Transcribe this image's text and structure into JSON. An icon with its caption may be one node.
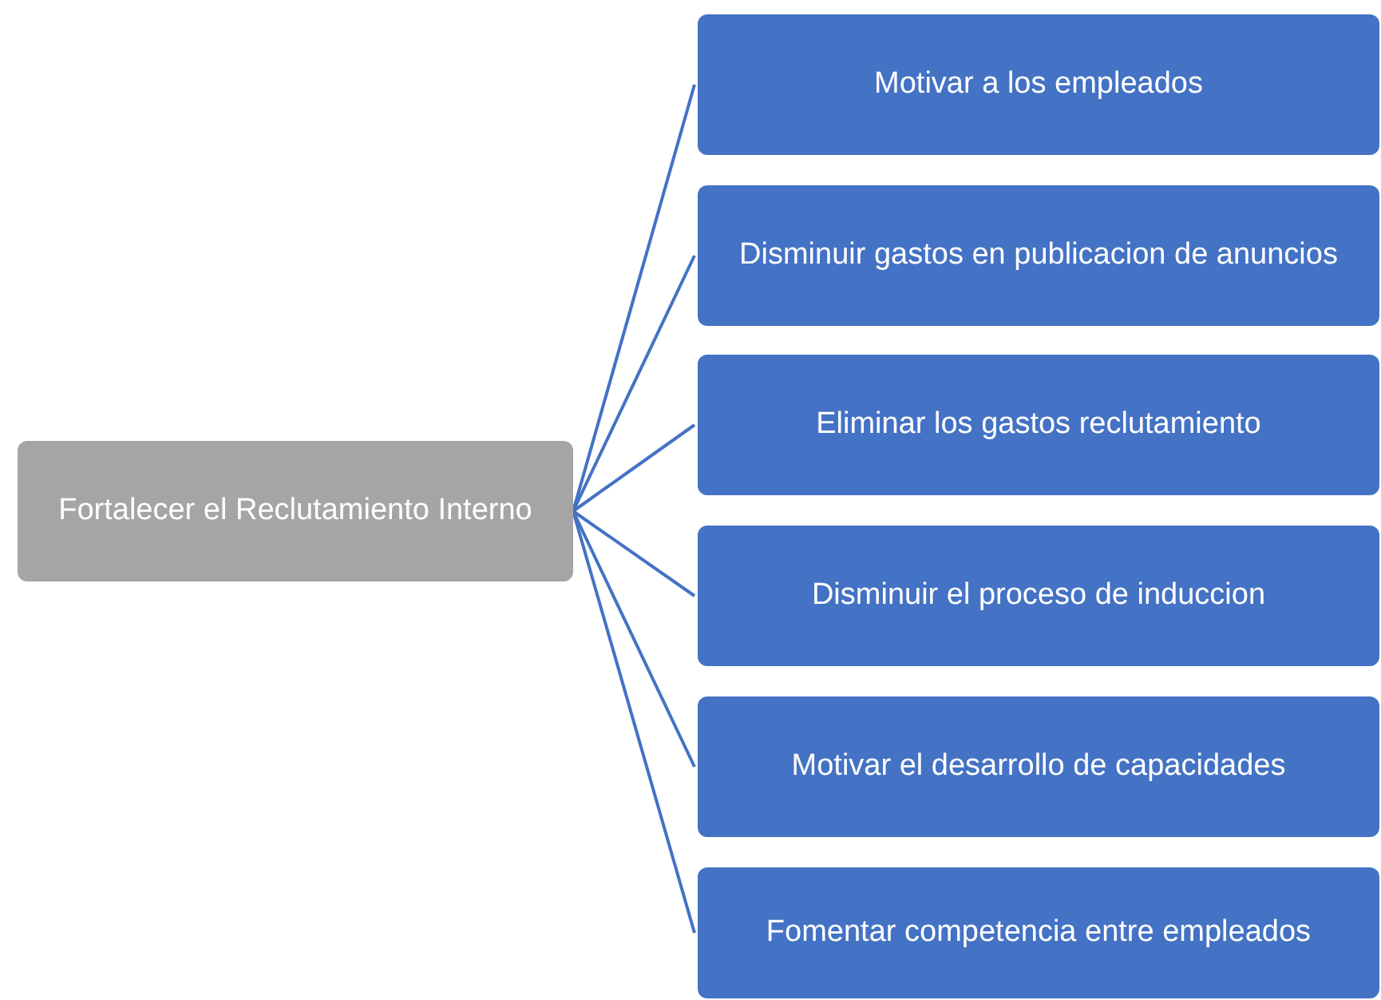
{
  "diagram": {
    "nodes": [
      {
        "text": [
          "Fortalecer el Reclutamiento Interno"
        ]
      },
      {
        "text": [
          "Motivar a los empleados"
        ]
      },
      {
        "text": [
          "Disminuir gastos en publicacion de anuncios"
        ]
      },
      {
        "text": [
          "Eliminar los gastos reclutamiento"
        ]
      },
      {
        "text": [
          "Disminuir el proceso de induccion"
        ]
      },
      {
        "text": [
          "Motivar el desarrollo de capacidades"
        ]
      },
      {
        "text": [
          "Fomentar competencia entre empleados"
        ]
      }
    ],
    "edges": [
      {
        "from": 0,
        "to": 1,
        "arrow": "none"
      },
      {
        "from": 0,
        "to": 2,
        "arrow": "none"
      },
      {
        "from": 0,
        "to": 3,
        "arrow": "none"
      },
      {
        "from": 0,
        "to": 4,
        "arrow": "none"
      },
      {
        "from": 0,
        "to": 5,
        "arrow": "none"
      },
      {
        "from": 0,
        "to": 6,
        "arrow": "none"
      }
    ]
  }
}
